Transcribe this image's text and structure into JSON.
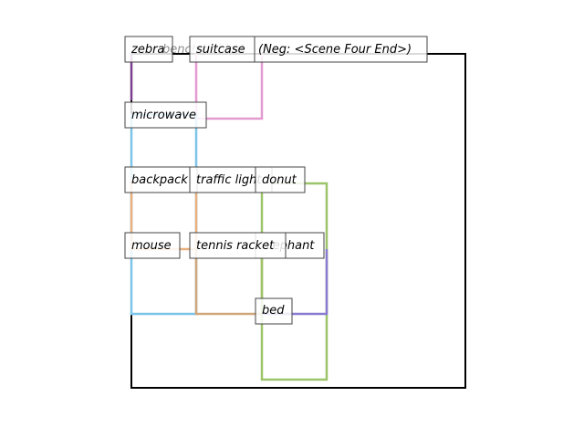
{
  "diagram": {
    "frame_color": "#000000",
    "label_box": {
      "fill": "#ffffff",
      "fill_opacity": 0.85,
      "stroke": "#444444"
    },
    "labels": [
      {
        "id": "zebra",
        "text": "zebra"
      },
      {
        "id": "bench-behind",
        "text": "bench behind"
      },
      {
        "id": "suitcase",
        "text": "suitcase"
      },
      {
        "id": "neg-scene",
        "text": "(Neg: <Scene Four End>)"
      },
      {
        "id": "microwave",
        "text": "microwave"
      },
      {
        "id": "backpack",
        "text": "backpack"
      },
      {
        "id": "traffic-light",
        "text": "traffic light"
      },
      {
        "id": "donut",
        "text": "donut"
      },
      {
        "id": "mouse",
        "text": "mouse"
      },
      {
        "id": "tennis-racket",
        "text": "tennis racket"
      },
      {
        "id": "elephant",
        "text": "elephant"
      },
      {
        "id": "bed",
        "text": "bed"
      }
    ],
    "paths": [
      {
        "id": "path-purple-dark",
        "color": "#7a3e8e"
      },
      {
        "id": "path-pink",
        "color": "#e39ad0"
      },
      {
        "id": "path-blue",
        "color": "#7cc4e8"
      },
      {
        "id": "path-orange",
        "color": "#e9b07e"
      },
      {
        "id": "path-tan",
        "color": "#d1a77a"
      },
      {
        "id": "path-green",
        "color": "#9cc46a"
      },
      {
        "id": "path-violet",
        "color": "#8a7bd0"
      }
    ]
  }
}
